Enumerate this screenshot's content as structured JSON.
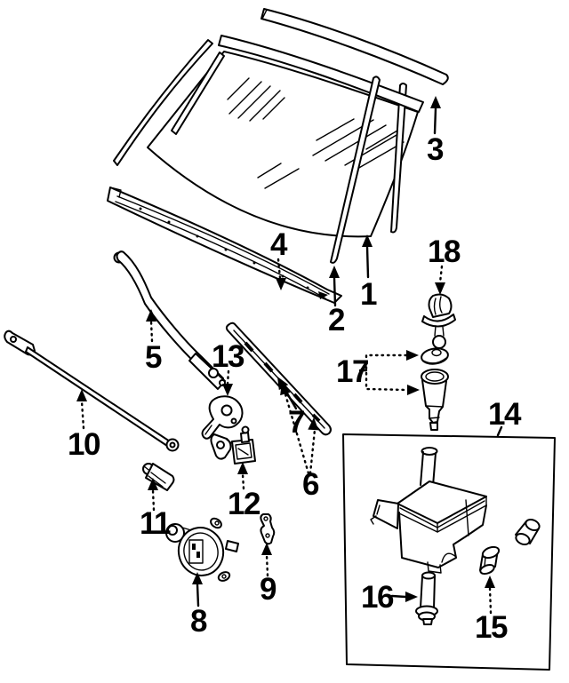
{
  "canvas": {
    "background": "#ffffff",
    "ink": "#000000"
  },
  "callouts": [
    {
      "label": "1"
    },
    {
      "label": "2"
    },
    {
      "label": "3"
    },
    {
      "label": "4"
    },
    {
      "label": "5"
    },
    {
      "label": "6"
    },
    {
      "label": "7"
    },
    {
      "label": "8"
    },
    {
      "label": "9"
    },
    {
      "label": "10"
    },
    {
      "label": "11"
    },
    {
      "label": "12"
    },
    {
      "label": "13"
    },
    {
      "label": "14"
    },
    {
      "label": "15"
    },
    {
      "label": "16"
    },
    {
      "label": "17"
    },
    {
      "label": "18"
    }
  ]
}
